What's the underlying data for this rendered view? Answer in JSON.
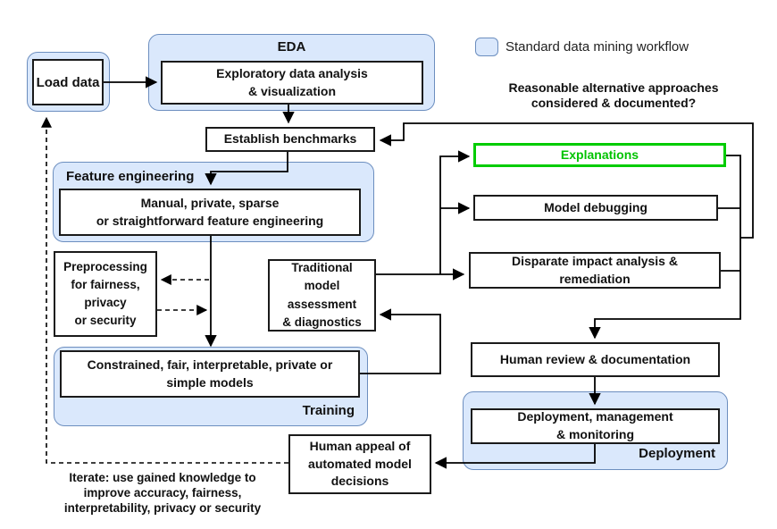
{
  "diagram": {
    "legend_label": "Standard data mining workflow",
    "question": "Reasonable alternative approaches\nconsidered & documented?",
    "iterate_note": "Iterate: use gained knowledge to\nimprove accuracy, fairness,\ninterpretability, privacy or security",
    "nodes": {
      "load_data": "Load data",
      "eda_title": "EDA",
      "eda": "Exploratory data analysis\n& visualization",
      "establish_benchmarks": "Establish benchmarks",
      "feature_engineering_title": "Feature engineering",
      "feature_engineering": "Manual, private, sparse\nor straightforward feature engineering",
      "preprocessing": "Preprocessing\nfor fairness,\nprivacy\nor security",
      "traditional_assessment": "Traditional\nmodel\nassessment\n& diagnostics",
      "explanations": "Explanations",
      "model_debugging": "Model debugging",
      "disparate_impact": "Disparate impact analysis &\nremediation",
      "constrained_models": "Constrained, fair, interpretable, private or\nsimple models",
      "training_title": "Training",
      "human_review": "Human review & documentation",
      "deployment": "Deployment, management\n& monitoring",
      "deployment_title": "Deployment",
      "human_appeal": "Human appeal of\nautomated model\ndecisions"
    },
    "colors": {
      "container_fill": "#dae8fc",
      "container_border": "#6c8ebf",
      "highlight_green": "#00cc00",
      "connector": "#000000"
    }
  }
}
